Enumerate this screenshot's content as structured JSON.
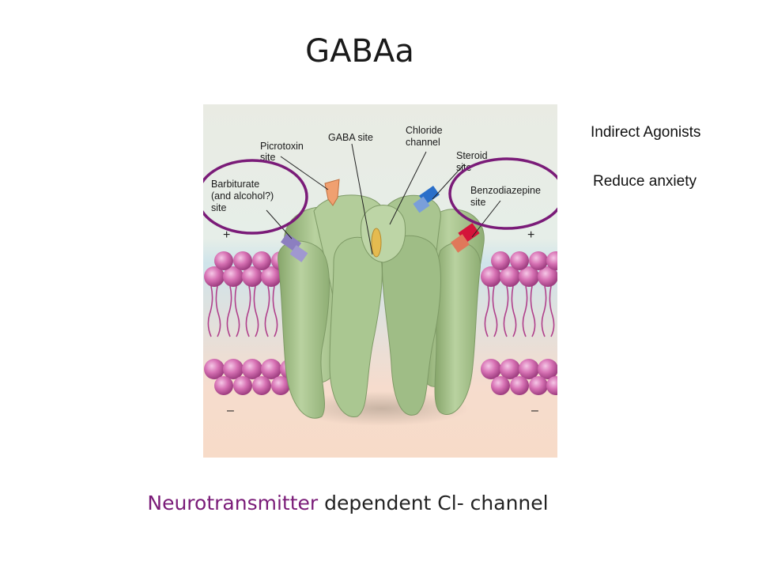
{
  "title": "GABAa",
  "side_notes": {
    "indirect_agonists": "Indirect Agonists",
    "reduce_anxiety": "Reduce anxiety"
  },
  "figure": {
    "labels": {
      "picrotoxin_1": "Picrotoxin",
      "picrotoxin_2": "site",
      "gaba": "GABA site",
      "chloride_1": "Chloride",
      "chloride_2": "channel",
      "steroid_1": "Steroid",
      "steroid_2": "site",
      "barbiturate_1": "Barbiturate",
      "barbiturate_2": "(and alcohol?)",
      "barbiturate_3": "site",
      "benzo_1": "Benzodiazepine",
      "benzo_2": "site"
    },
    "signs": {
      "plus_left": "+",
      "plus_right": "+",
      "minus_left": "–",
      "minus_right": "–"
    },
    "colors": {
      "protein": "#a8c48c",
      "lipid_head": "#d772b4",
      "highlight_ring": "#7a1b78",
      "benzo_site": "#d4143a",
      "steroid_site": "#2a6fc9",
      "barbiturate_site": "#8c7fc0",
      "picrotoxin_site": "#f0a070",
      "gaba_site": "#e5bb50"
    }
  },
  "caption": {
    "accent": "Neurotransmitter",
    "rest": " dependent Cl- channel"
  }
}
